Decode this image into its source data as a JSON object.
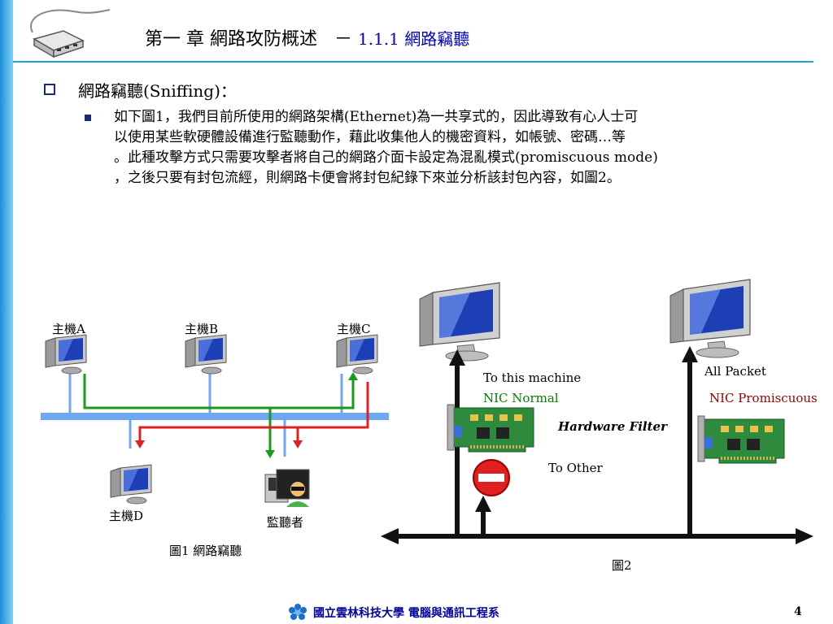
{
  "slide": {
    "title_main": "第一 章  網路攻防概述",
    "title_dash": "－",
    "title_sub": "1.1.1 網路竊聽",
    "bullet_heading": "網路竊聽(Sniffing)：",
    "paragraph_lines": [
      "如下圖1，我們目前所使用的網路架構(Ethernet)為一共享式的，因此導致有心人士可",
      "以使用某些軟硬體設備進行監聽動作，藉此收集他人的機密資料，如帳號、密碼…等",
      "。此種攻擊方式只需要攻擊者將自己的網路介面卡設定為混亂模式(promiscuous  mode)",
      "，之後只要有封包流經，則網路卡便會將封包紀錄下來並分析該封包內容，如圖2。"
    ],
    "footer": "國立雲林科技大學 電腦與通訊工程系",
    "page_number": "4"
  },
  "figure1": {
    "host_a": "主機A",
    "host_b": "主機B",
    "host_c": "主機C",
    "host_d": "主機D",
    "listener": "監聽者",
    "caption": "圖1 網路竊聽"
  },
  "figure2": {
    "to_this_machine": "To this machine",
    "nic_normal": "NIC Normal",
    "hardware_filter": "Hardware Filter",
    "to_other": "To Other",
    "all_packet": "All Packet",
    "nic_promiscuous": "NIC Promiscuous",
    "caption": "圖2"
  },
  "colors": {
    "bus": "#6fa8f0",
    "green_path": "#1a9a1a",
    "red_path": "#e02020",
    "nic_normal_text": "#008000",
    "nic_promiscuous_text": "#a00000",
    "accent_blue": "#1ea0e0"
  },
  "icons": [
    "network-device-logo",
    "computer-icon",
    "listener-user-icon",
    "nic-card-icon",
    "no-entry-icon",
    "university-logo-icon"
  ]
}
